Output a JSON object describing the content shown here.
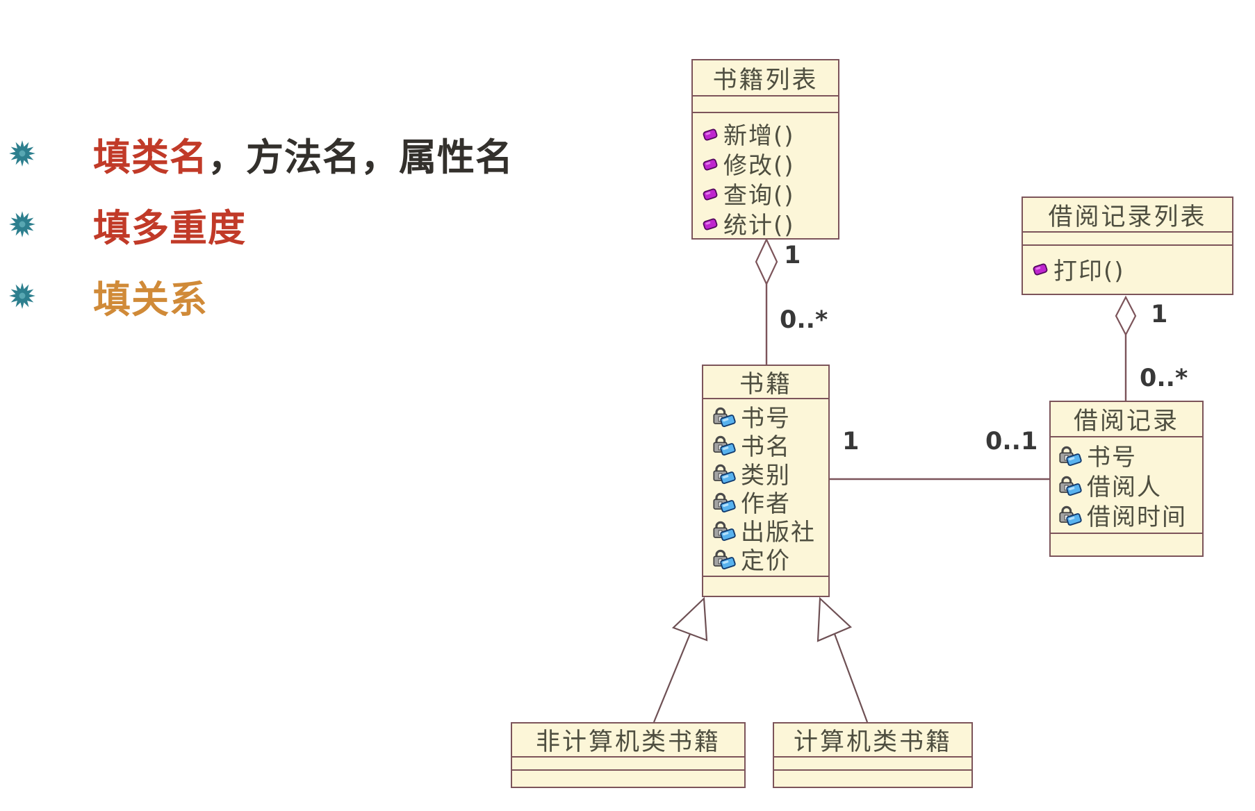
{
  "slide": {
    "bullets": {
      "item1_highlight": "填类名",
      "item1_rest": "，方法名，属性名",
      "item2": "填多重度",
      "item3": "填关系"
    }
  },
  "classes": {
    "book_list": {
      "title": "书籍列表",
      "attributes": [],
      "methods": [
        "新增()",
        "修改()",
        "查询()",
        "统计()"
      ]
    },
    "borrow_record_list": {
      "title": "借阅记录列表",
      "attributes": [],
      "methods": [
        "打印()"
      ]
    },
    "book": {
      "title": "书籍",
      "attributes": [
        "书号",
        "书名",
        "类别",
        "作者",
        "出版社",
        "定价"
      ],
      "methods": []
    },
    "borrow_record": {
      "title": "借阅记录",
      "attributes": [
        "书号",
        "借阅人",
        "借阅时间"
      ],
      "methods": []
    },
    "non_computer_book": {
      "title": "非计算机类书籍",
      "attributes": [],
      "methods": []
    },
    "computer_book": {
      "title": "计算机类书籍",
      "attributes": [],
      "methods": []
    }
  },
  "relations": {
    "booklist_book": {
      "type": "aggregation",
      "whole": "书籍列表",
      "part": "书籍",
      "whole_mult": "1",
      "part_mult": "0..*"
    },
    "recordlist_record": {
      "type": "aggregation",
      "whole": "借阅记录列表",
      "part": "借阅记录",
      "whole_mult": "1",
      "part_mult": "0..*"
    },
    "book_record": {
      "type": "association",
      "left": "书籍",
      "right": "借阅记录",
      "left_mult": "1",
      "right_mult": "0..1"
    },
    "generalizations": [
      {
        "from": "非计算机类书籍",
        "to": "书籍"
      },
      {
        "from": "计算机类书籍",
        "to": "书籍"
      }
    ]
  },
  "icons": {
    "bullet": "starburst-icon",
    "operation": "operation-icon",
    "attribute": "lock-attribute-icon"
  },
  "colors": {
    "class_fill": "#fcf6d8",
    "class_border": "#7c545a",
    "class_text": "#4e4e40",
    "bullet_red": "#c13a28",
    "bullet_dark": "#33302c",
    "bullet_orange": "#d08a38",
    "bullet_teal": "#2d7f8e",
    "operation_icon": "#bf25cf",
    "attribute_icon_blue": "#58b2ee",
    "multiplicity_text": "#383838"
  }
}
